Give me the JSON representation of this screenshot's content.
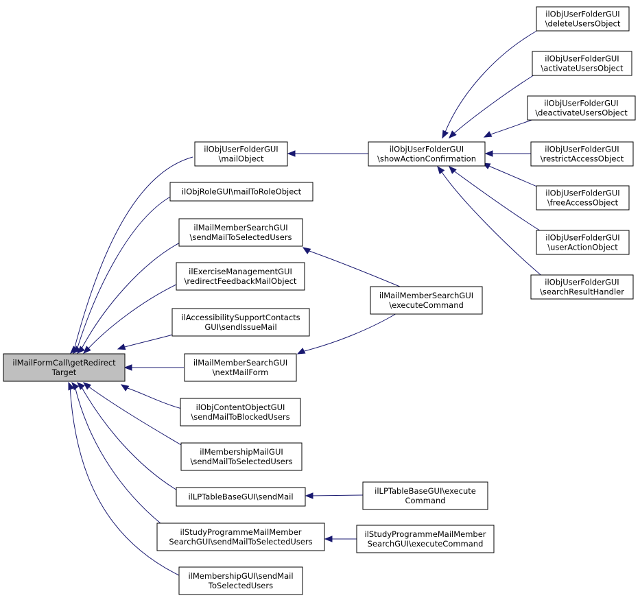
{
  "graph": {
    "colors": {
      "edge": "#191970",
      "root_fill": "#bfbfbf",
      "node_fill": "#ffffff",
      "border": "#000000"
    },
    "nodes": {
      "root": [
        "ilMailFormCall\\getRedirect",
        "Target"
      ],
      "uf_mail": [
        "ilObjUserFolderGUI",
        "\\mailObject"
      ],
      "uf_show": [
        "ilObjUserFolderGUI",
        "\\showActionConfirmation"
      ],
      "uf_delete": [
        "ilObjUserFolderGUI",
        "\\deleteUsersObject"
      ],
      "uf_activate": [
        "ilObjUserFolderGUI",
        "\\activateUsersObject"
      ],
      "uf_deactivate": [
        "ilObjUserFolderGUI",
        "\\deactivateUsersObject"
      ],
      "uf_restrict": [
        "ilObjUserFolderGUI",
        "\\restrictAccessObject"
      ],
      "uf_free": [
        "ilObjUserFolderGUI",
        "\\freeAccessObject"
      ],
      "uf_useraction": [
        "ilObjUserFolderGUI",
        "\\userActionObject"
      ],
      "uf_search": [
        "ilObjUserFolderGUI",
        "\\searchResultHandler"
      ],
      "role_mail": [
        "ilObjRoleGUI\\mailToRoleObject"
      ],
      "mms_send": [
        "ilMailMemberSearchGUI",
        "\\sendMailToSelectedUsers"
      ],
      "mms_exec": [
        "ilMailMemberSearchGUI",
        "\\executeCommand"
      ],
      "ex_redirect": [
        "ilExerciseManagementGUI",
        "\\redirectFeedbackMailObject"
      ],
      "acc_send": [
        "ilAccessibilitySupportContacts",
        "GUI\\sendIssueMail"
      ],
      "mms_next": [
        "ilMailMemberSearchGUI",
        "\\nextMailForm"
      ],
      "co_blocked": [
        "ilObjContentObjectGUI",
        "\\sendMailToBlockedUsers"
      ],
      "memmail_send": [
        "ilMembershipMailGUI",
        "\\sendMailToSelectedUsers"
      ],
      "lp_send": [
        "ilLPTableBaseGUI\\sendMail"
      ],
      "lp_exec": [
        "ilLPTableBaseGUI\\execute",
        "Command"
      ],
      "sp_send": [
        "ilStudyProgrammeMailMember",
        "SearchGUI\\sendMailToSelectedUsers"
      ],
      "sp_exec": [
        "ilStudyProgrammeMailMember",
        "SearchGUI\\executeCommand"
      ],
      "mem_send": [
        "ilMembershipGUI\\sendMail",
        "ToSelectedUsers"
      ]
    },
    "edges": [
      [
        "uf_mail",
        "root"
      ],
      [
        "role_mail",
        "root"
      ],
      [
        "mms_send",
        "root"
      ],
      [
        "ex_redirect",
        "root"
      ],
      [
        "acc_send",
        "root"
      ],
      [
        "mms_next",
        "root"
      ],
      [
        "co_blocked",
        "root"
      ],
      [
        "memmail_send",
        "root"
      ],
      [
        "lp_send",
        "root"
      ],
      [
        "sp_send",
        "root"
      ],
      [
        "mem_send",
        "root"
      ],
      [
        "uf_show",
        "uf_mail"
      ],
      [
        "uf_delete",
        "uf_show"
      ],
      [
        "uf_activate",
        "uf_show"
      ],
      [
        "uf_deactivate",
        "uf_show"
      ],
      [
        "uf_restrict",
        "uf_show"
      ],
      [
        "uf_free",
        "uf_show"
      ],
      [
        "uf_useraction",
        "uf_show"
      ],
      [
        "uf_search",
        "uf_show"
      ],
      [
        "mms_exec",
        "mms_send"
      ],
      [
        "mms_exec",
        "mms_next"
      ],
      [
        "lp_exec",
        "lp_send"
      ],
      [
        "sp_exec",
        "sp_send"
      ]
    ]
  }
}
